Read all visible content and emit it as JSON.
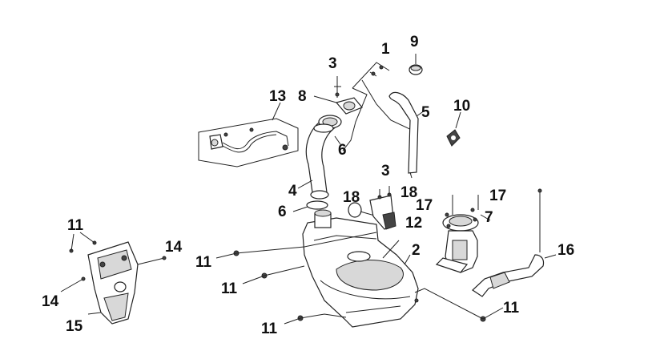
{
  "callouts": {
    "c1": "1",
    "c2": "2",
    "c3a": "3",
    "c3b": "3",
    "c4": "4",
    "c5": "5",
    "c6a": "6",
    "c6b": "6",
    "c7": "7",
    "c8": "8",
    "c9": "9",
    "c10": "10",
    "c11a": "11",
    "c11b": "11",
    "c11c": "11",
    "c11d": "11",
    "c11e": "11",
    "c12": "12",
    "c13": "13",
    "c14a": "14",
    "c14b": "14",
    "c15": "15",
    "c16": "16",
    "c17a": "17",
    "c17b": "17",
    "c18a": "18",
    "c18b": "18"
  },
  "colors": {
    "line": "#222222",
    "label": "#111111",
    "shade": "#d8d8d8"
  }
}
